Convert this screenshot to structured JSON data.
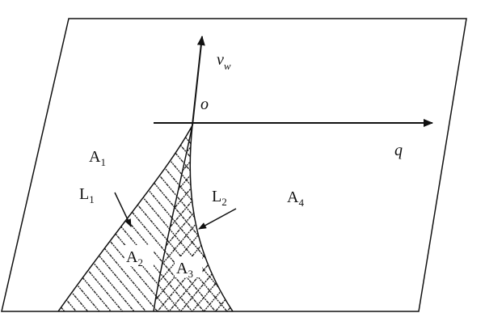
{
  "diagram": {
    "axes": {
      "vertical": {
        "symbol": "v",
        "subscript": "w"
      },
      "horizontal": {
        "symbol": "q"
      },
      "origin": "o"
    },
    "regions": [
      {
        "id": "A1",
        "letter": "A",
        "index": "1"
      },
      {
        "id": "A2",
        "letter": "A",
        "index": "2"
      },
      {
        "id": "A3",
        "letter": "A",
        "index": "3"
      },
      {
        "id": "A4",
        "letter": "A",
        "index": "4"
      }
    ],
    "curves": [
      {
        "id": "L1",
        "letter": "L",
        "index": "1"
      },
      {
        "id": "L2",
        "letter": "L",
        "index": "2"
      }
    ],
    "hatching": {
      "A2": "single diagonal",
      "A3": "cross-hatched"
    },
    "colors": {
      "line": "#111111",
      "background": "#ffffff"
    }
  }
}
